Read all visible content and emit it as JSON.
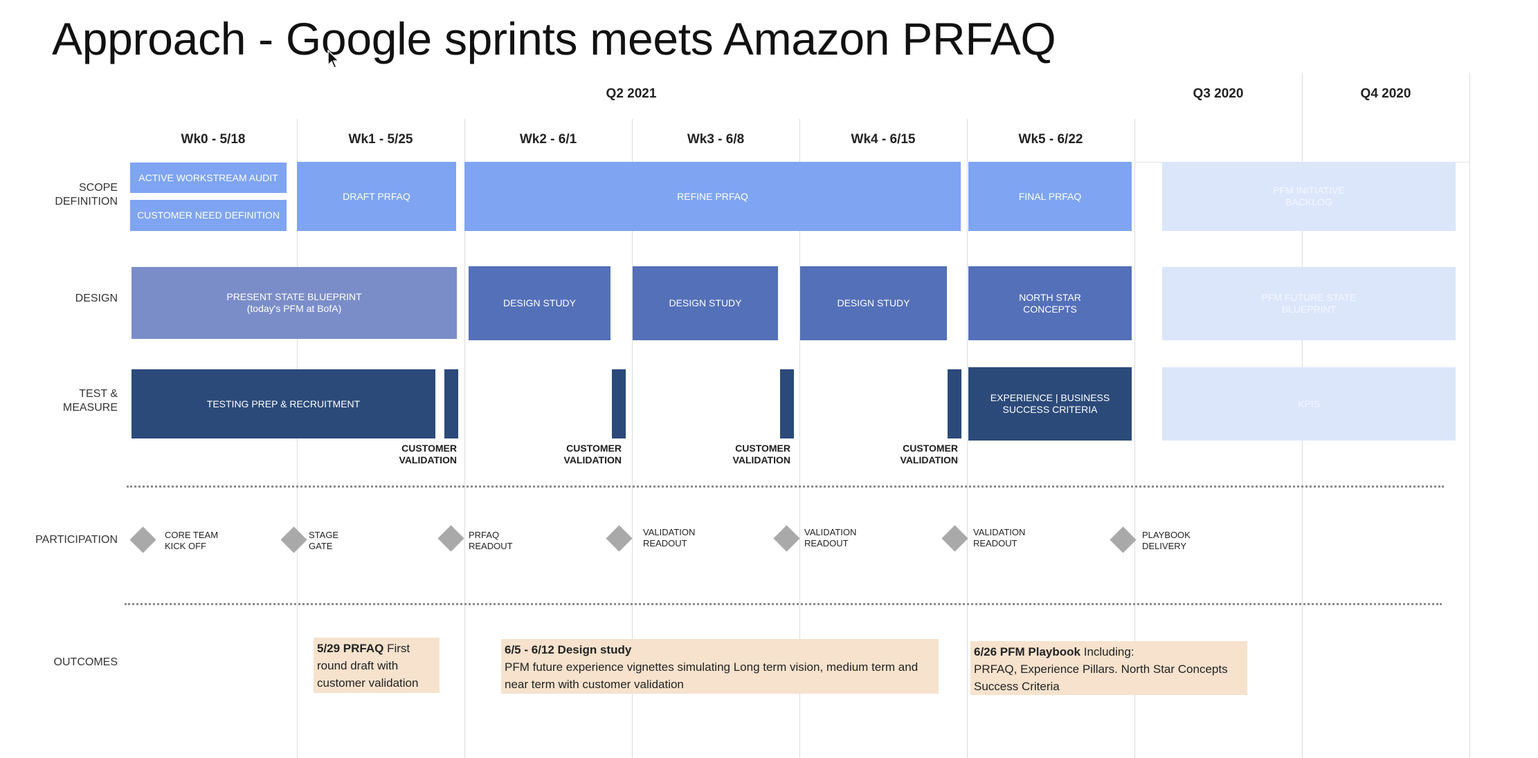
{
  "title": "Approach - Google sprints meets Amazon PRFAQ",
  "quarters": {
    "q2": "Q2 2021",
    "q3": "Q3 2020",
    "q4": "Q4 2020"
  },
  "weeks": [
    "Wk0 - 5/18",
    "Wk1 - 5/25",
    "Wk2 - 6/1",
    "Wk3 - 6/8",
    "Wk4 - 6/15",
    "Wk5 - 6/22"
  ],
  "rows": {
    "scope": "SCOPE\nDEFINITION",
    "design": "DESIGN",
    "test": "TEST &\nMEASURE",
    "participation": "PARTICIPATION",
    "outcomes": "OUTCOMES"
  },
  "scope_bars": {
    "audit": "ACTIVE WORKSTREAM AUDIT",
    "need": "CUSTOMER NEED DEFINITION",
    "draft": "DRAFT PRFAQ",
    "refine": "REFINE PRFAQ",
    "final": "FINAL PRFAQ",
    "backlog": "PFM INITIATIVE\nBACKLOG"
  },
  "design_bars": {
    "blueprint": "PRESENT STATE BLUEPRINT\n(today's PFM at BofA)",
    "study1": "DESIGN STUDY",
    "study2": "DESIGN STUDY",
    "study3": "DESIGN STUDY",
    "north_star": "NORTH STAR\nCONCEPTS",
    "future": "PFM FUTURE STATE\nBLUEPRINT"
  },
  "test_bars": {
    "testing": "TESTING PREP & RECRUITMENT",
    "criteria": "EXPERIENCE | BUSINESS\nSUCCESS CRITERIA",
    "kpis": "KPIS"
  },
  "customer_validation": "CUSTOMER\nVALIDATION",
  "milestones": [
    "CORE TEAM\nKICK OFF",
    "STAGE\nGATE",
    "PRFAQ\nREADOUT",
    "VALIDATION\nREADOUT",
    "VALIDATION\nREADOUT",
    "VALIDATION\nREADOUT",
    "PLAYBOOK\nDELIVERY"
  ],
  "outcomes": {
    "o1": {
      "bold": "5/29 PRFAQ",
      "text": " First round draft with customer validation"
    },
    "o2": {
      "bold": "6/5 - 6/12 Design study",
      "text": "PFM future experience vignettes simulating Long term vision, medium term and near term with customer validation"
    },
    "o3": {
      "bold": "6/26 PFM Playbook",
      "text": " Including:",
      "text2": "PRFAQ, Experience Pillars. North Star Concepts Success Criteria"
    }
  },
  "colors": {
    "light_blue": "#7ea4f2",
    "muted_blue": "#7b8dc9",
    "medium_blue": "#5470b8",
    "dark_blue": "#2b4a79",
    "faded_blue": "#dbe6fb",
    "outcome_bg": "#f6e2cd",
    "diamond": "#a9a9a9"
  },
  "icons": {
    "cursor": "mouse-pointer-icon",
    "milestone": "diamond-icon"
  }
}
